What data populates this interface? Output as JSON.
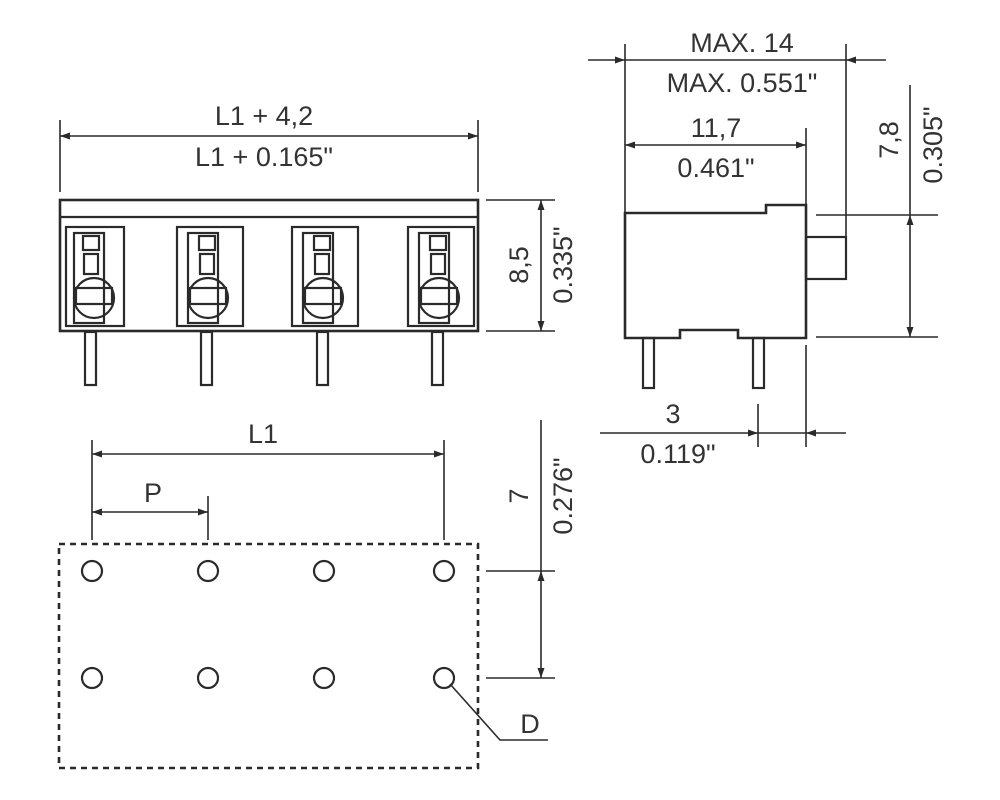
{
  "front_view": {
    "width_mm": "L1 + 4,2",
    "width_in": "L1 + 0.165\"",
    "height_mm": "8,5",
    "height_in": "0.335\""
  },
  "side_view": {
    "overall_mm": "MAX. 14",
    "overall_in": "MAX. 0.551\"",
    "body_mm": "11,7",
    "body_in": "0.461\"",
    "height_mm": "7,8",
    "height_in": "0.305\"",
    "pin_offset_mm": "3",
    "pin_offset_in": "0.119\""
  },
  "footprint": {
    "length_label": "L1",
    "pitch_label": "P",
    "row_spacing_mm": "7",
    "row_spacing_in": "0.276\"",
    "hole_label": "D"
  }
}
